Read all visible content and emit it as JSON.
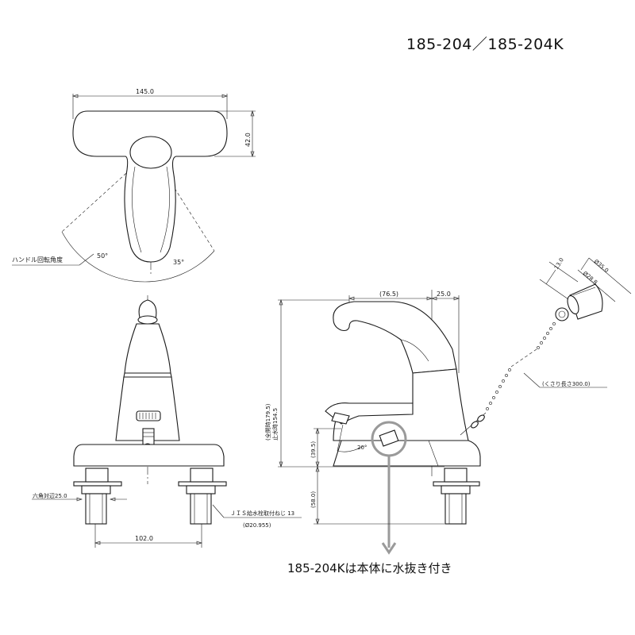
{
  "title": "185-204／185-204K",
  "top_view": {
    "width_dim": "145.0",
    "depth_dim": "42.0",
    "rotation_label": "ハンドル回転角度",
    "angle_left": "50°",
    "angle_right": "35°"
  },
  "front_view": {
    "hex_label": "六角対辺25.0",
    "spacing_dim": "102.0",
    "thread_label": "ＪＩＳ給水栓取付ねじ 13",
    "thread_dia": "(Ø20.955)"
  },
  "side_view": {
    "reach_dim": "(76.5)",
    "back_dim": "25.0",
    "total_height": "(全開時179.5)",
    "closed_height": "止水時154.5",
    "spout_height": "(39.5)",
    "spout_angle": "20°",
    "base_height": "(58.0)",
    "chain_length": "(くさり長さ300.0)",
    "stopper_height": "13.0",
    "stopper_dia_top": "Ø35.0",
    "stopper_dia_bottom": "Ø28.8"
  },
  "note": "185-204Kは本体に水抜き付き",
  "colors": {
    "line": "#1a1a1a",
    "highlight": "#9a9a9a"
  }
}
